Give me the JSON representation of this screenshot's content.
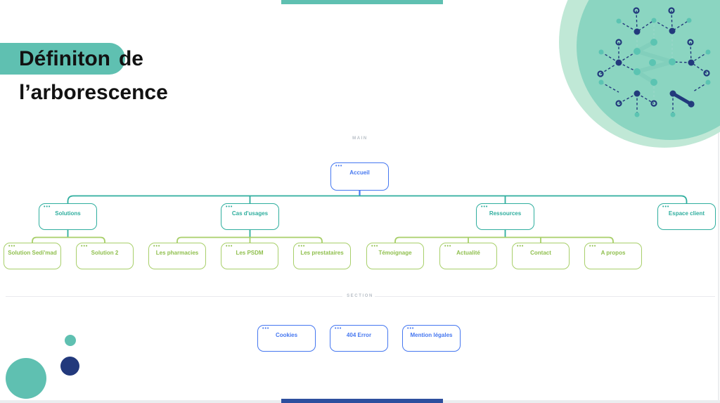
{
  "title": {
    "highlight": "Définiton",
    "rest": "de",
    "line2": "l’arborescence"
  },
  "sitemap": {
    "main_label": "MAIN",
    "section_label": "SECTION",
    "root": {
      "label": "Accueil"
    },
    "level2": [
      {
        "label": "Solutions"
      },
      {
        "label": "Cas d'usages"
      },
      {
        "label": "Ressources"
      },
      {
        "label": "Espace client"
      }
    ],
    "level3": [
      {
        "label": "Solution Sedi'mad"
      },
      {
        "label": "Solution 2"
      },
      {
        "label": "Les pharmacies"
      },
      {
        "label": "Les PSDM"
      },
      {
        "label": "Les prestataires"
      },
      {
        "label": "Témoignage"
      },
      {
        "label": "Actualité"
      },
      {
        "label": "Contact"
      },
      {
        "label": "A propos"
      }
    ],
    "sections": [
      {
        "label": "Cookies"
      },
      {
        "label": "404 Error"
      },
      {
        "label": "Mention légales"
      }
    ]
  },
  "icons": {
    "ellipsis": "•••"
  },
  "colors": {
    "blue": "#4577f0",
    "teal": "#2fae9e",
    "green_border": "#a8cf6a",
    "green_text": "#8fbf4d",
    "accent_teal": "#5fc0b1",
    "navy": "#22397c",
    "navy_blue": "#2d4f9e",
    "mint": "#c0e8d6",
    "inner_teal": "#8bd5c1"
  }
}
